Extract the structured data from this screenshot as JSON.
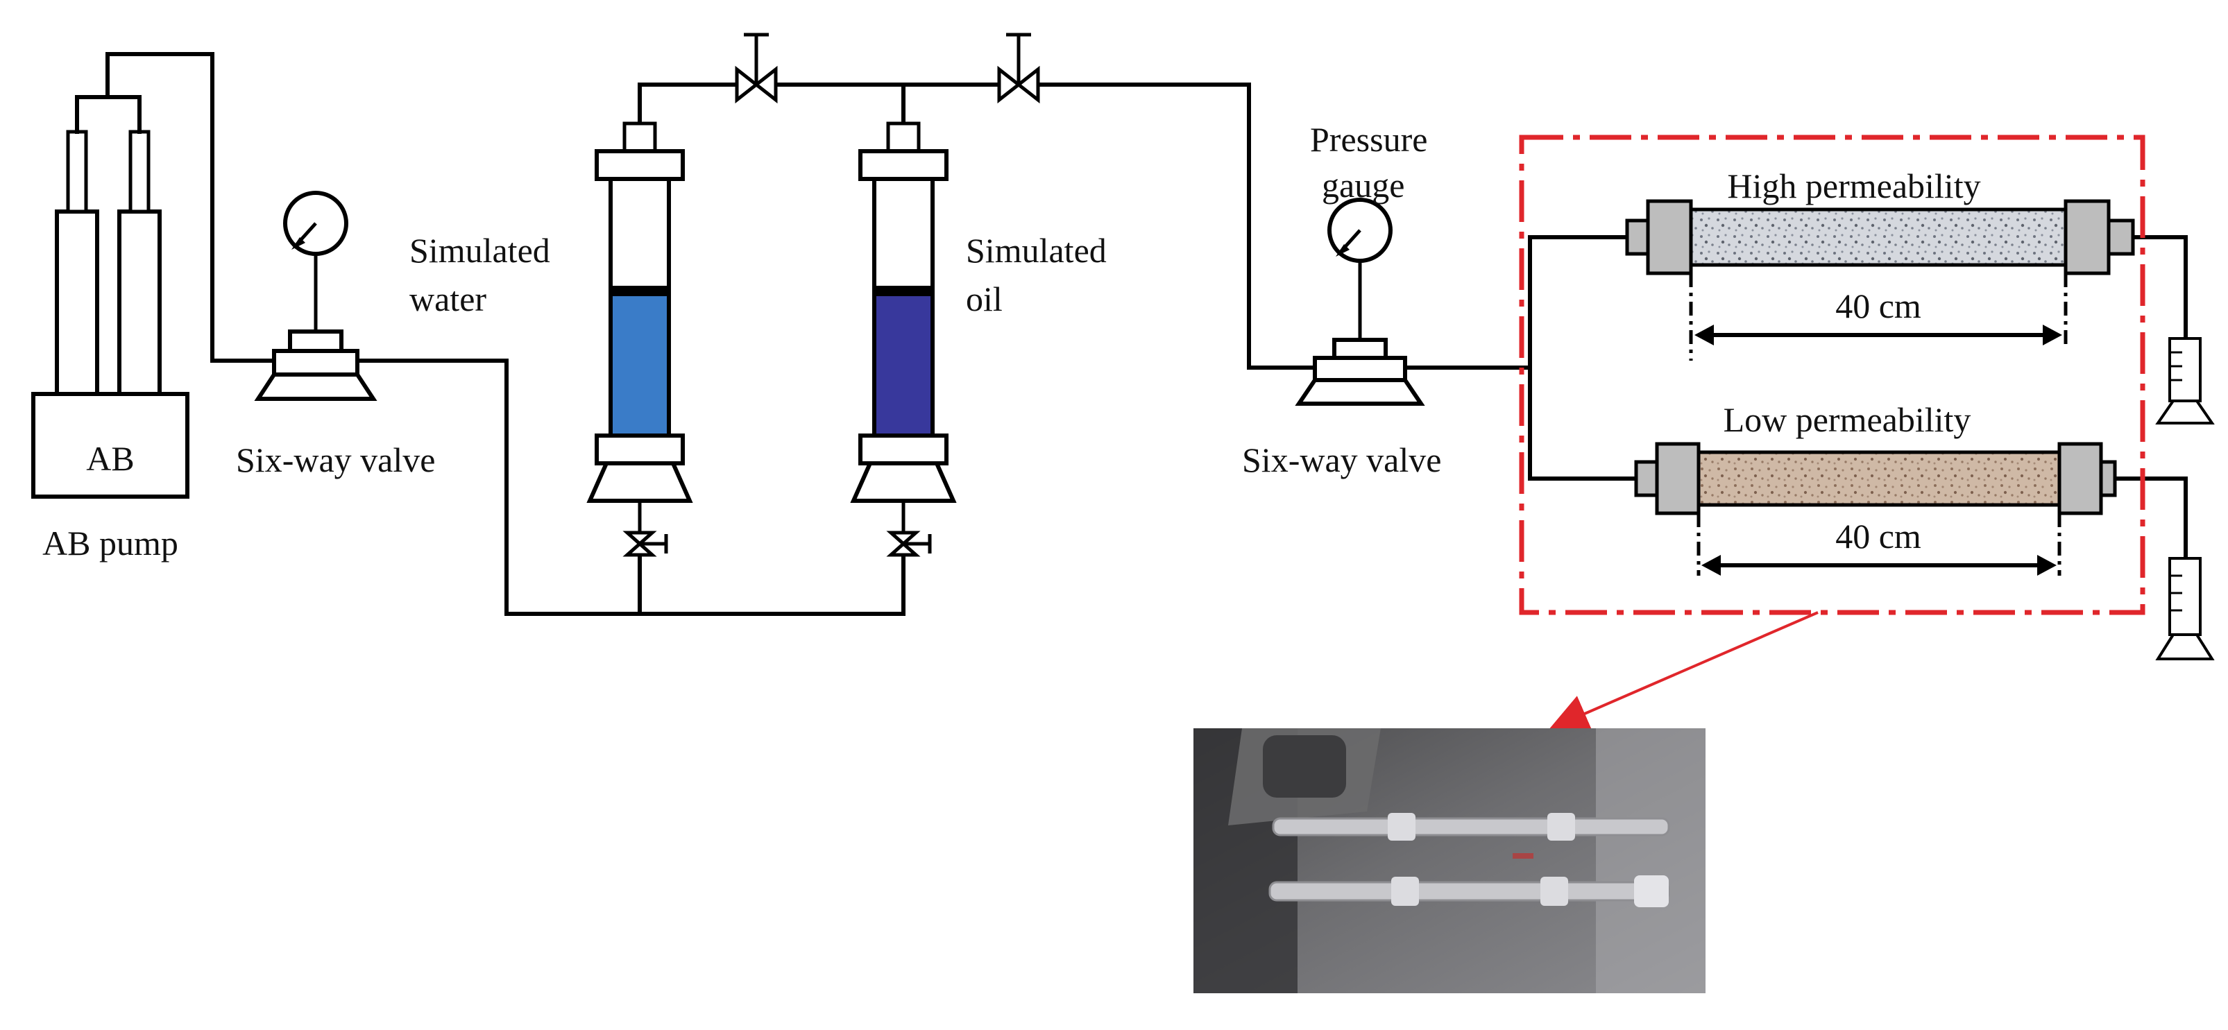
{
  "labels": {
    "ab_box": "AB",
    "ab_pump": "AB pump",
    "six_way_valve_left": "Six-way valve",
    "simulated_water_line1": "Simulated",
    "simulated_water_line2": "water",
    "simulated_oil_line1": "Simulated",
    "simulated_oil_line2": "oil",
    "pressure_gauge_line1": "Pressure",
    "pressure_gauge_line2": "gauge",
    "six_way_valve_right": "Six-way valve",
    "high_permeability": "High permeability",
    "low_permeability": "Low permeability",
    "length_high": "40 cm",
    "length_low": "40 cm"
  },
  "colors": {
    "line": "#000000",
    "water_fill": "#3a7cc8",
    "oil_fill": "#38389c",
    "highlight_box": "#e0262b",
    "high_perm_core": "#c9ccd3",
    "low_perm_core": "#c9b3a0",
    "core_endcap": "#bdbdbd",
    "photo_background": "#5b5b5b"
  },
  "icons": {
    "gauge": "pressure-gauge-icon",
    "valve": "needle-valve-icon",
    "cylinder": "graduated-cylinder-icon"
  }
}
